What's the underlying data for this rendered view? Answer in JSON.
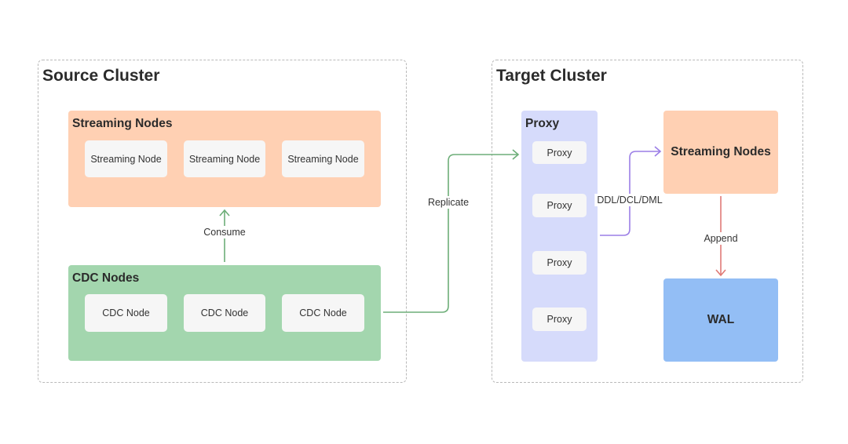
{
  "source_cluster": {
    "title": "Source Cluster",
    "streaming_group": {
      "title": "Streaming Nodes",
      "nodes": [
        "Streaming Node",
        "Streaming Node",
        "Streaming Node"
      ]
    },
    "cdc_group": {
      "title": "CDC Nodes",
      "nodes": [
        "CDC Node",
        "CDC Node",
        "CDC Node"
      ]
    }
  },
  "target_cluster": {
    "title": "Target Cluster",
    "proxy_group": {
      "title": "Proxy",
      "nodes": [
        "Proxy",
        "Proxy",
        "Proxy",
        "Proxy"
      ]
    },
    "streaming_box": "Streaming Nodes",
    "wal_box": "WAL"
  },
  "edges": {
    "consume": "Consume",
    "replicate": "Replicate",
    "ddl": "DDL/DCL/DML",
    "append": "Append"
  },
  "colors": {
    "streaming": "#ffd0b3",
    "cdc": "#a3d6ae",
    "proxy": "#d6dbfb",
    "wal": "#93bef5",
    "green_arrow": "#6dae78",
    "purple_arrow": "#9b7ee6",
    "red_arrow": "#e07a76"
  }
}
